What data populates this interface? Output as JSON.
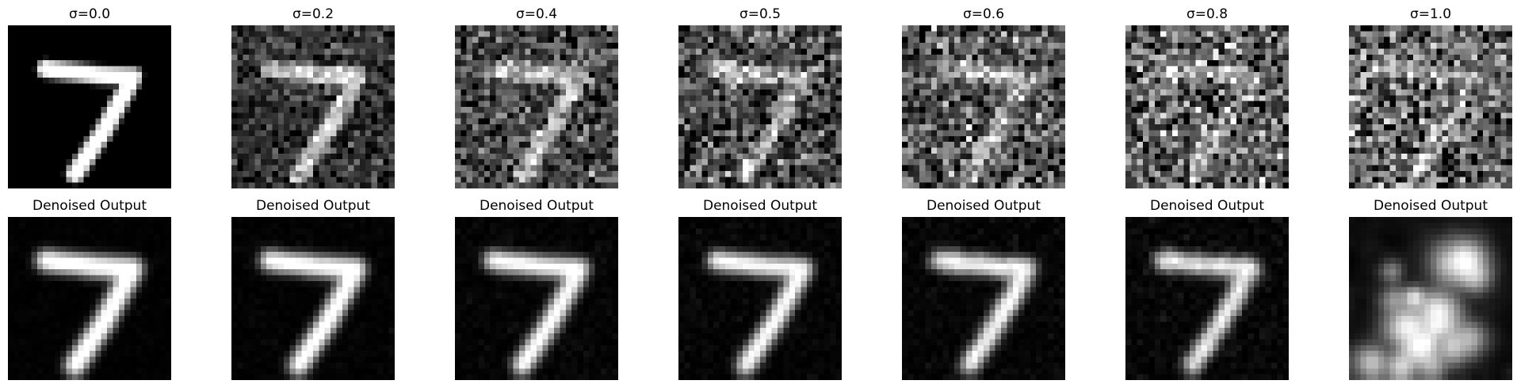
{
  "figure": {
    "rows": [
      {
        "kind": "noisy",
        "titles": [
          "σ=0.0",
          "σ=0.2",
          "σ=0.4",
          "σ=0.5",
          "σ=0.6",
          "σ=0.8",
          "σ=1.0"
        ]
      },
      {
        "kind": "denoised",
        "titles": [
          "Denoised Output",
          "Denoised Output",
          "Denoised Output",
          "Denoised Output",
          "Denoised Output",
          "Denoised Output",
          "Denoised Output"
        ]
      }
    ],
    "noise_levels": [
      0.0,
      0.2,
      0.4,
      0.5,
      0.6,
      0.8,
      1.0
    ],
    "image_grid_size": 28,
    "colormap": "gray"
  }
}
